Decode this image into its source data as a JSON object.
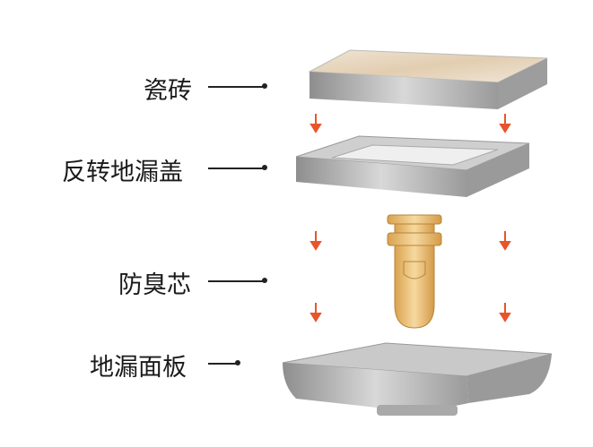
{
  "labels": {
    "tile": "瓷砖",
    "cover": "反转地漏盖",
    "core": "防臭芯",
    "panel": "地漏面板"
  },
  "colors": {
    "arrow": "#e8552a",
    "metal": "#b5b5b5",
    "core": "#e6b66a",
    "tile": "#e9dcc8"
  }
}
